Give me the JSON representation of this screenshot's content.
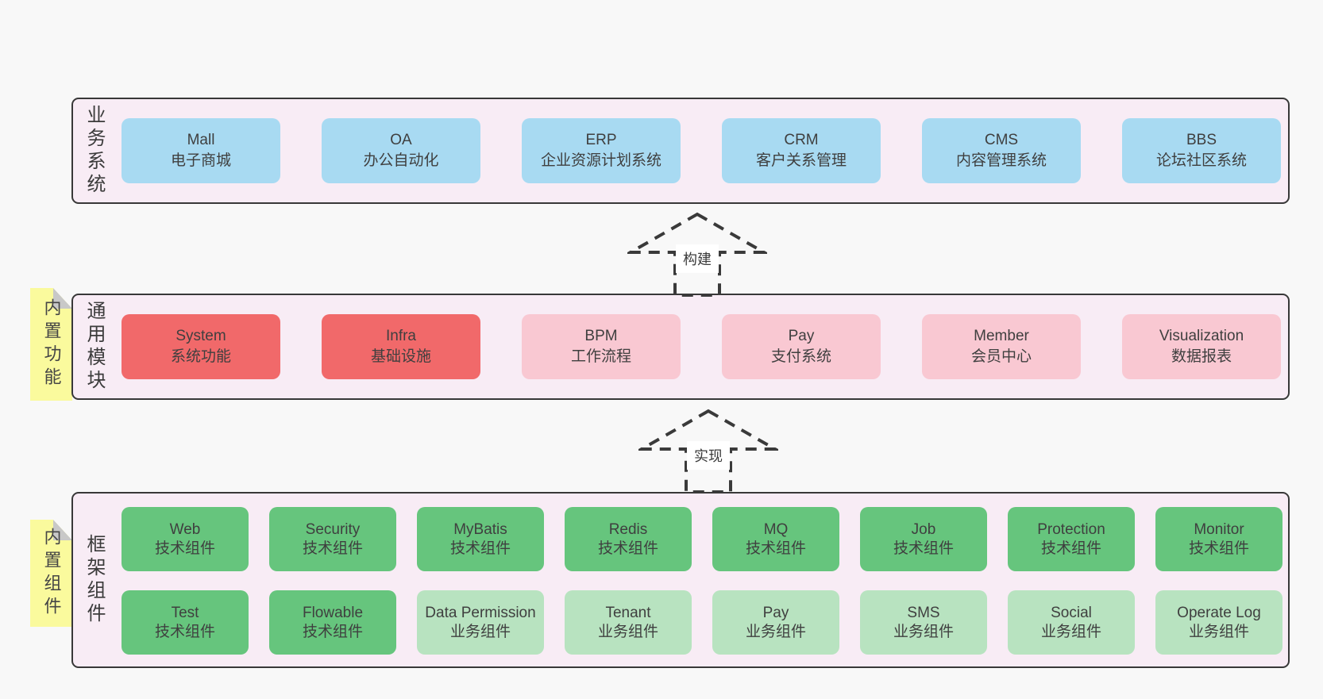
{
  "colors": {
    "page_background": "#f8f8f8",
    "panel_background": "#f8ecf5",
    "panel_border": "#383838",
    "box_blue": "#a8daf2",
    "box_red": "#f1696a",
    "box_pink": "#f9c8d2",
    "box_green": "#66c57d",
    "box_light_green": "#b8e3c0",
    "note_yellow": "#fafa9d",
    "note_fold_gray": "#c8c8c8",
    "text": "#3f3f3f"
  },
  "sections": {
    "business": {
      "label": "业务系统",
      "boxes": [
        {
          "title": "Mall",
          "subtitle": "电子商城",
          "variant": "blue"
        },
        {
          "title": "OA",
          "subtitle": "办公自动化",
          "variant": "blue"
        },
        {
          "title": "ERP",
          "subtitle": "企业资源计划系统",
          "variant": "blue"
        },
        {
          "title": "CRM",
          "subtitle": "客户关系管理",
          "variant": "blue"
        },
        {
          "title": "CMS",
          "subtitle": "内容管理系统",
          "variant": "blue"
        },
        {
          "title": "BBS",
          "subtitle": "论坛社区系统",
          "variant": "blue"
        }
      ]
    },
    "modules": {
      "label": "通用模块",
      "note": "内置功能",
      "boxes": [
        {
          "title": "System",
          "subtitle": "系统功能",
          "variant": "red"
        },
        {
          "title": "Infra",
          "subtitle": "基础设施",
          "variant": "red"
        },
        {
          "title": "BPM",
          "subtitle": "工作流程",
          "variant": "pink"
        },
        {
          "title": "Pay",
          "subtitle": "支付系统",
          "variant": "pink"
        },
        {
          "title": "Member",
          "subtitle": "会员中心",
          "variant": "pink"
        },
        {
          "title": "Visualization",
          "subtitle": "数据报表",
          "variant": "pink"
        }
      ]
    },
    "components": {
      "label": "框架组件",
      "note": "内置组件",
      "rows": [
        [
          {
            "title": "Web",
            "subtitle": "技术组件",
            "variant": "green"
          },
          {
            "title": "Security",
            "subtitle": "技术组件",
            "variant": "green"
          },
          {
            "title": "MyBatis",
            "subtitle": "技术组件",
            "variant": "green"
          },
          {
            "title": "Redis",
            "subtitle": "技术组件",
            "variant": "green"
          },
          {
            "title": "MQ",
            "subtitle": "技术组件",
            "variant": "green"
          },
          {
            "title": "Job",
            "subtitle": "技术组件",
            "variant": "green"
          },
          {
            "title": "Protection",
            "subtitle": "技术组件",
            "variant": "green"
          },
          {
            "title": "Monitor",
            "subtitle": "技术组件",
            "variant": "green"
          }
        ],
        [
          {
            "title": "Test",
            "subtitle": "技术组件",
            "variant": "green"
          },
          {
            "title": "Flowable",
            "subtitle": "技术组件",
            "variant": "green"
          },
          {
            "title": "Data Permission",
            "subtitle": "业务组件",
            "variant": "lightgreen"
          },
          {
            "title": "Tenant",
            "subtitle": "业务组件",
            "variant": "lightgreen"
          },
          {
            "title": "Pay",
            "subtitle": "业务组件",
            "variant": "lightgreen"
          },
          {
            "title": "SMS",
            "subtitle": "业务组件",
            "variant": "lightgreen"
          },
          {
            "title": "Social",
            "subtitle": "业务组件",
            "variant": "lightgreen"
          },
          {
            "title": "Operate Log",
            "subtitle": "业务组件",
            "variant": "lightgreen"
          }
        ]
      ]
    }
  },
  "arrows": [
    {
      "label": "构建"
    },
    {
      "label": "实现"
    }
  ]
}
